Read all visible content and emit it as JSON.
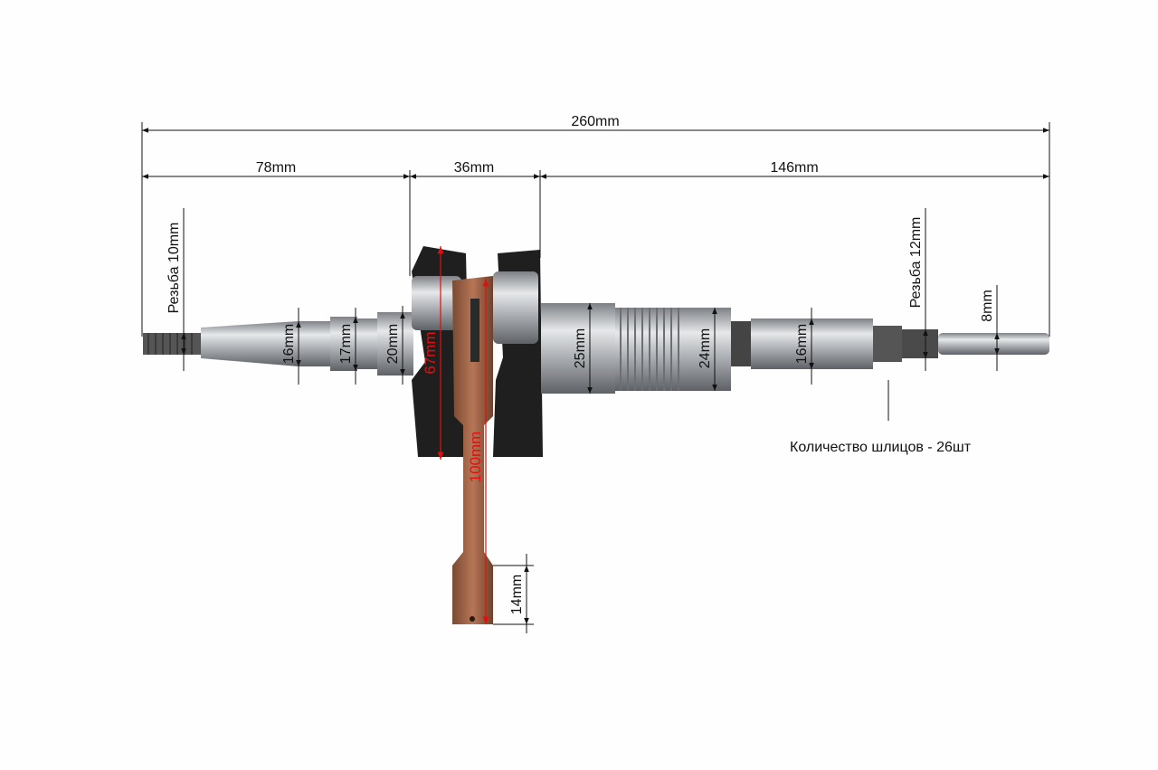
{
  "dimensions": {
    "overall": "260mm",
    "left_section": "78mm",
    "middle_section": "36mm",
    "right_section": "146mm",
    "left_thread": "Резьба 10mm",
    "left_d1": "16mm",
    "left_d2": "17mm",
    "left_d3": "20mm",
    "web_height": "67mm",
    "rod_length": "100mm",
    "small_end": "14mm",
    "right_d1": "25mm",
    "right_d2": "24mm",
    "right_d3": "16mm",
    "right_thread": "Резьба 12mm",
    "right_tip": "8mm",
    "splines": "Количество шлицов - 26шт"
  },
  "colors": {
    "steel": "#b9bcc0",
    "iron": "#222222",
    "copper": "#a86a4a",
    "dim_red": "#e01010"
  }
}
